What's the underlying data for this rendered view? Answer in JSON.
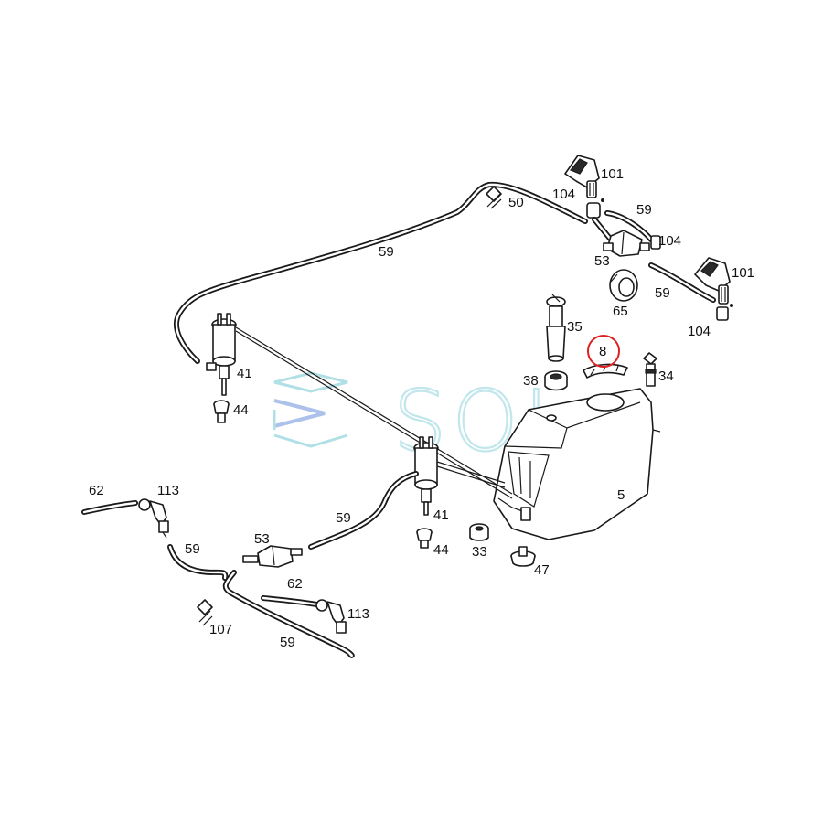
{
  "watermark": {
    "text": "SOL",
    "color": "#8fd3dc",
    "accent": "#3a6fd0"
  },
  "highlight": {
    "part": "8",
    "color": "#e02020"
  },
  "labels": {
    "p101a": "101",
    "p104a": "104",
    "p59a": "59",
    "p104b": "104",
    "p101b": "101",
    "p59b": "59",
    "p104c": "104",
    "p53a": "53",
    "p65": "65",
    "p50": "50",
    "p59c": "59",
    "p35": "35",
    "p8": "8",
    "p34": "34",
    "p38": "38",
    "p41a": "41",
    "p44a": "44",
    "p5": "5",
    "p41b": "41",
    "p44b": "44",
    "p33": "33",
    "p47": "47",
    "p62a": "62",
    "p113a": "113",
    "p59d": "59",
    "p53b": "53",
    "p59e": "59",
    "p62b": "62",
    "p113b": "113",
    "p107": "107",
    "p59f": "59"
  }
}
